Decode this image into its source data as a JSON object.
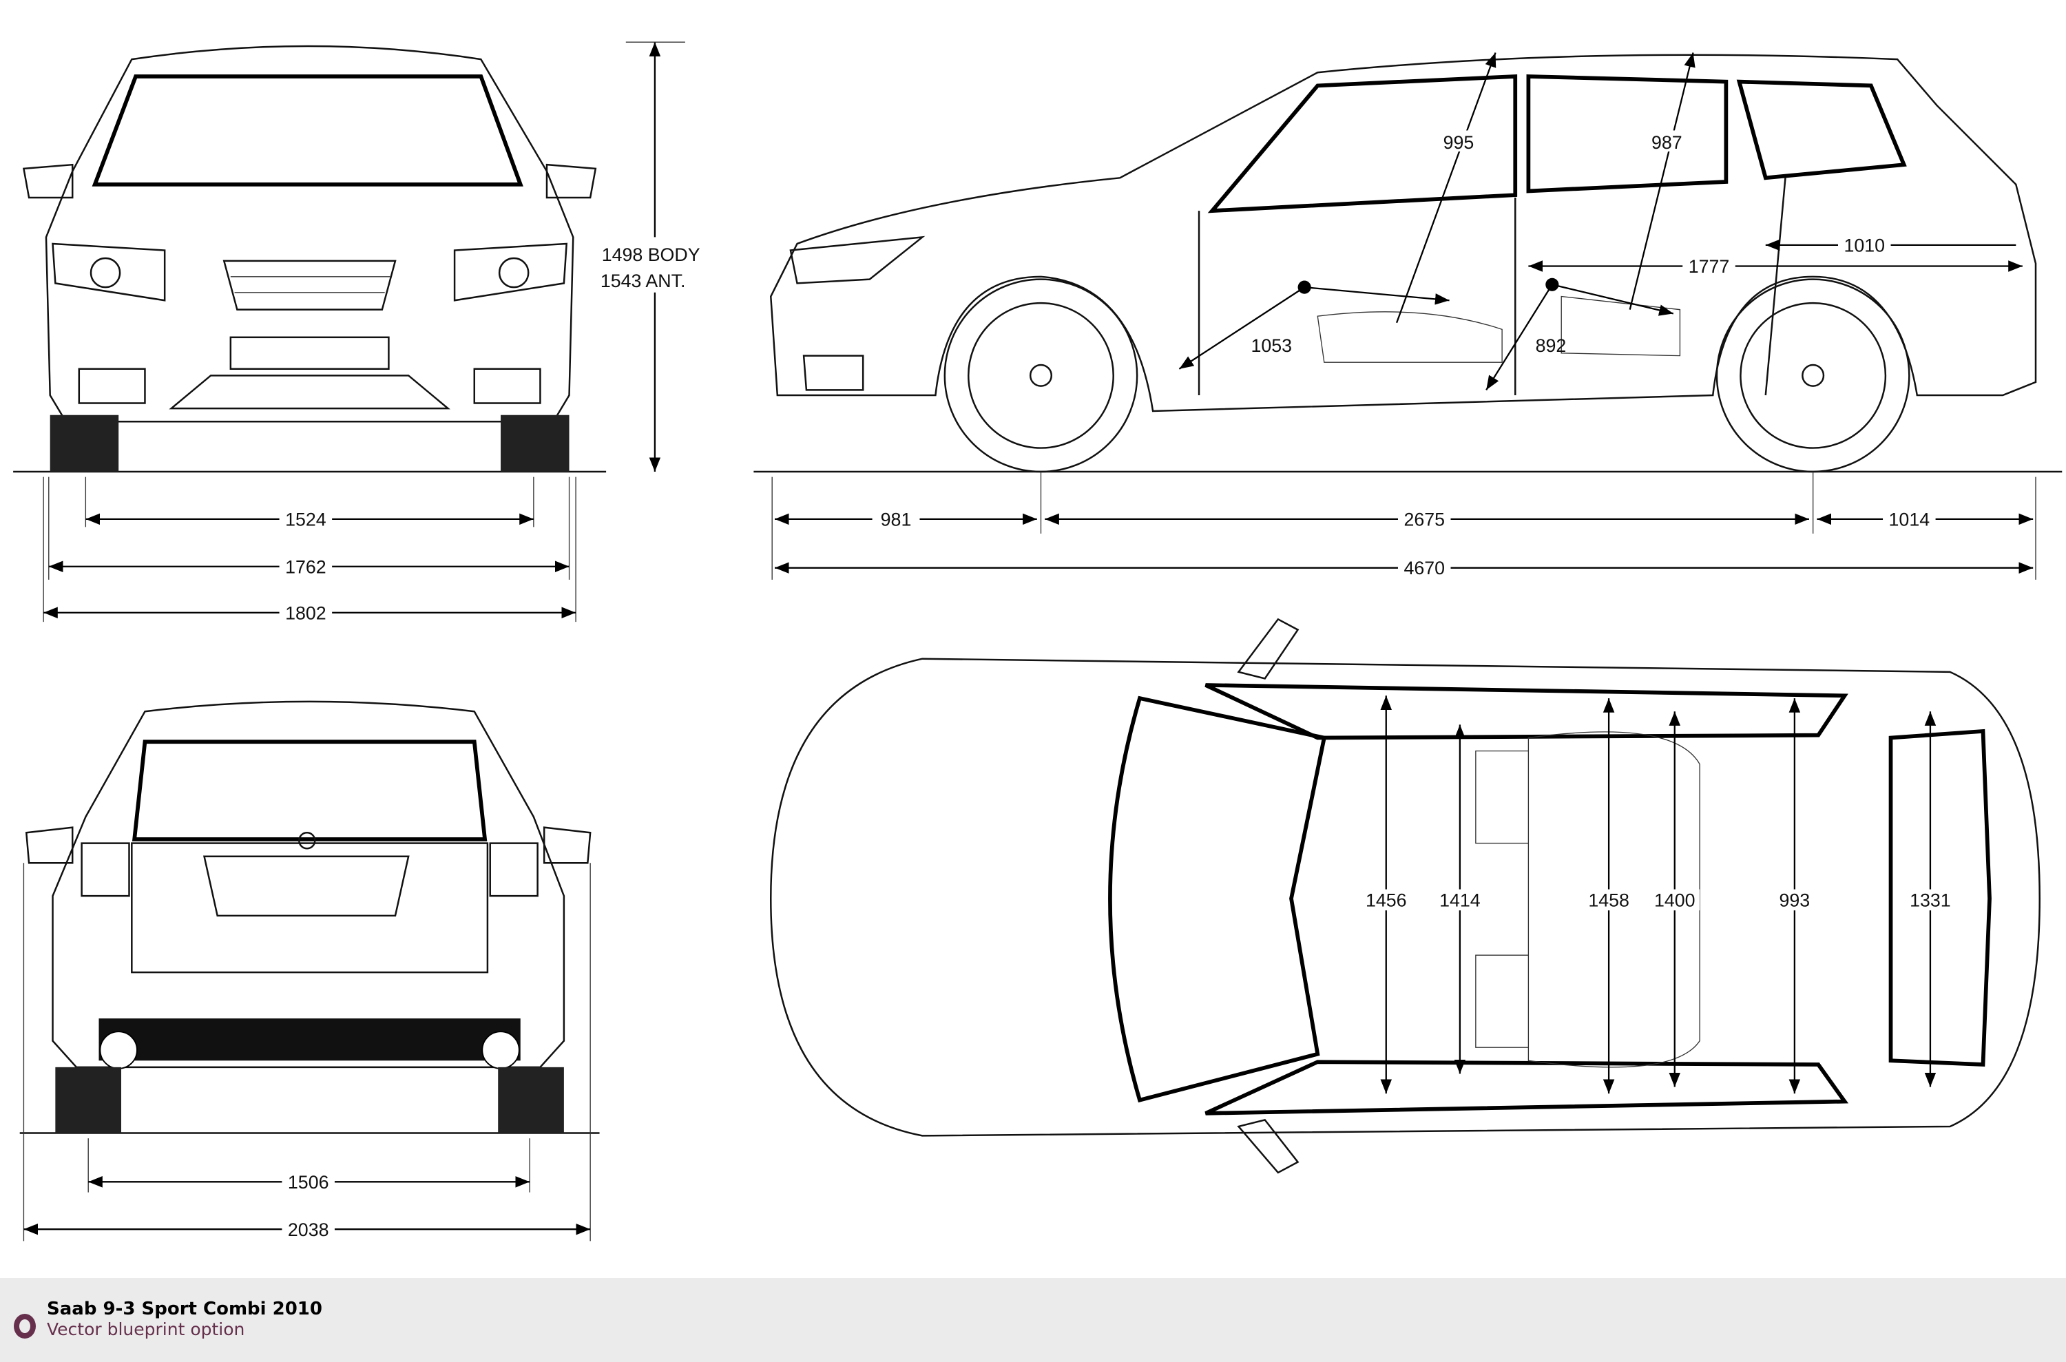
{
  "front_view": {
    "height_label_body": "1498 BODY",
    "height_label_ant": "1543 ANT.",
    "dims": [
      "1524",
      "1762",
      "1802"
    ]
  },
  "side_view": {
    "dims": [
      "981",
      "2675",
      "1014",
      "4670"
    ],
    "interior": [
      "995",
      "987",
      "1010",
      "1777",
      "1053",
      "892"
    ]
  },
  "rear_view": {
    "dims": [
      "1506",
      "2038"
    ]
  },
  "top_view": {
    "interior": [
      "1456",
      "1414",
      "1458",
      "1400",
      "993",
      "1331"
    ]
  },
  "footer": {
    "title": "Saab 9-3 Sport Combi 2010",
    "subtitle": "Vector blueprint option",
    "accent_color": "#66304d"
  }
}
